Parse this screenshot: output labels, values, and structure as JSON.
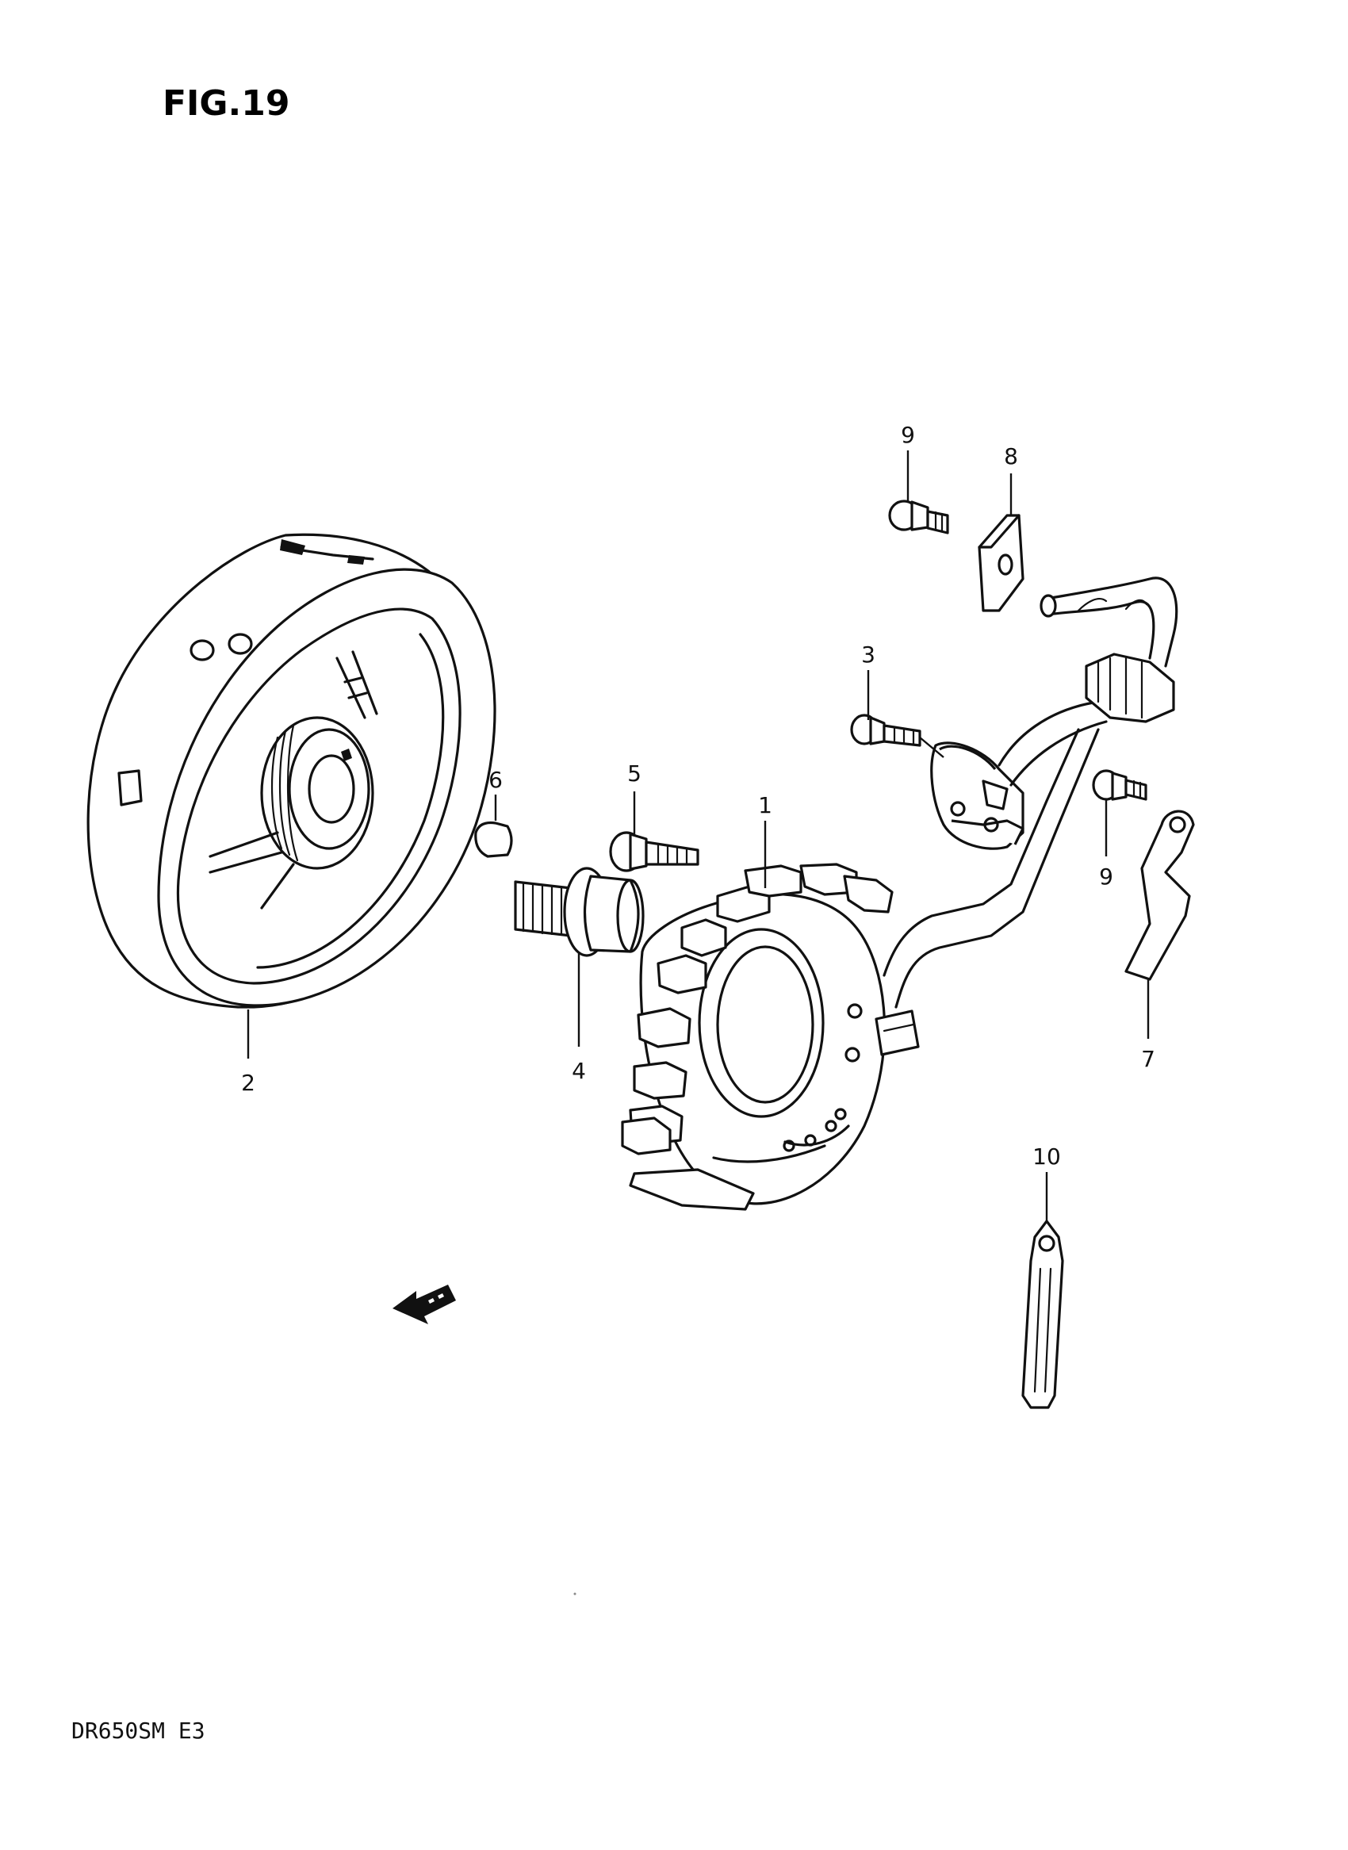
{
  "figure": {
    "title": "FIG.19",
    "model_code": "DR650SM E3"
  },
  "callouts": [
    {
      "id": "1",
      "part": "stator"
    },
    {
      "id": "2",
      "part": "flywheel-rotor"
    },
    {
      "id": "3",
      "part": "pickup-screw"
    },
    {
      "id": "4",
      "part": "rotor-bolt"
    },
    {
      "id": "5",
      "part": "stator-bolt"
    },
    {
      "id": "6",
      "part": "woodruff-key"
    },
    {
      "id": "7",
      "part": "lead-wire-clamp"
    },
    {
      "id": "8",
      "part": "lead-wire-holder"
    },
    {
      "id": "9",
      "part": "screw-upper"
    },
    {
      "id": "9",
      "part": "screw-lower"
    },
    {
      "id": "10",
      "part": "cable-tie"
    }
  ],
  "icons": {
    "direction": "forward-arrow-icon"
  },
  "colors": {
    "line": "#111111",
    "background": "#ffffff"
  }
}
